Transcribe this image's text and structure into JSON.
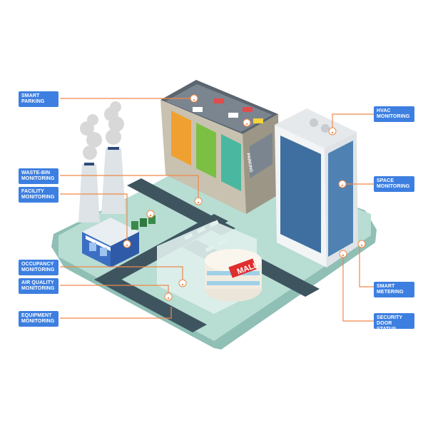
{
  "labels": {
    "smart_parking": "SMART\nPARKING",
    "waste_bin": "WASTE-BIN\nMONITORING",
    "facility": "FACILITY\nMONITORING",
    "occupancy": "OCCUPANCY\nMONITORING",
    "air_quality": "AIR QUALITY\nMONITORING",
    "equipment": "EQUIPMENT\nMONITORING",
    "hvac": "HVAC\nMONITORING",
    "space": "SPACE\nMONITORING",
    "smart_metering": "SMART\nMETERING",
    "security_door": "SECURITY\nDOOR STATUS"
  },
  "signs": {
    "mall": "MALL",
    "parking": "PARKING"
  },
  "colors": {
    "label_bg": "#3d7fe0",
    "connector": "#f0894a",
    "sensor": "#f0894a",
    "ground": "#b8ddd2",
    "road": "#3e5560"
  }
}
